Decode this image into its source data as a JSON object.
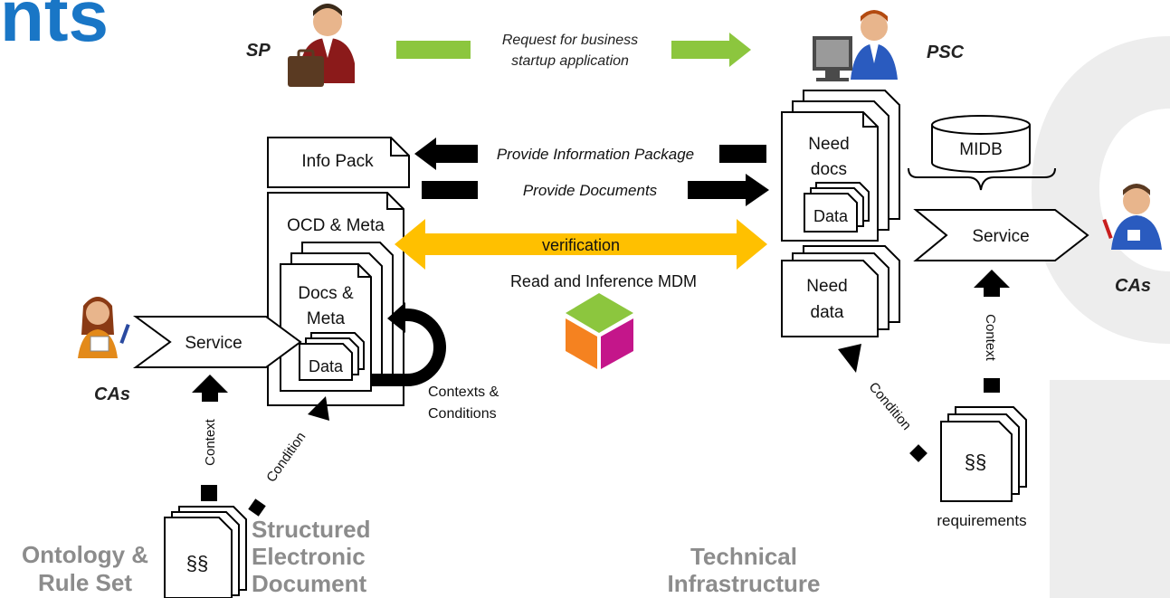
{
  "title_fragment": "nts",
  "actors": {
    "sp": "SP",
    "psc": "PSC",
    "cas_left": "CAs",
    "cas_right": "CAs"
  },
  "arrows": {
    "request_line1": "Request for business",
    "request_line2": "startup application",
    "info_package": "Provide Information Package",
    "documents": "Provide Documents",
    "verification": "verification",
    "read_inference": "Read and Inference MDM"
  },
  "boxes": {
    "info_pack": "Info Pack",
    "ocd_meta": "OCD & Meta",
    "docs_meta_line1": "Docs &",
    "docs_meta_line2": "Meta",
    "data_left": "Data",
    "need_docs_line1": "Need",
    "need_docs_line2": "docs",
    "data_right": "Data",
    "need_data_line1": "Need",
    "need_data_line2": "data",
    "midb": "MIDB",
    "service_left": "Service",
    "service_right": "Service",
    "paragraphs_left": "§§",
    "paragraphs_right": "§§"
  },
  "labels": {
    "contexts_conditions_line1": "Contexts &",
    "contexts_conditions_line2": "Conditions",
    "context_left": "Context",
    "condition_left": "Condition",
    "context_right": "Context",
    "condition_right": "Condition",
    "requirements": "requirements"
  },
  "footer": {
    "ontology_line1": "Ontology &",
    "ontology_line2": "Rule Set",
    "structured_line1": "Structured",
    "structured_line2": "Electronic",
    "structured_line3": "Document",
    "technical_line1": "Technical",
    "technical_line2": "Infrastructure"
  },
  "colors": {
    "title_blue": "#1976c6",
    "arrow_green": "#8cc63e",
    "verification_yellow": "#ffc000",
    "footer_gray": "#8c8c8c",
    "watermark_gray": "#ededed"
  }
}
